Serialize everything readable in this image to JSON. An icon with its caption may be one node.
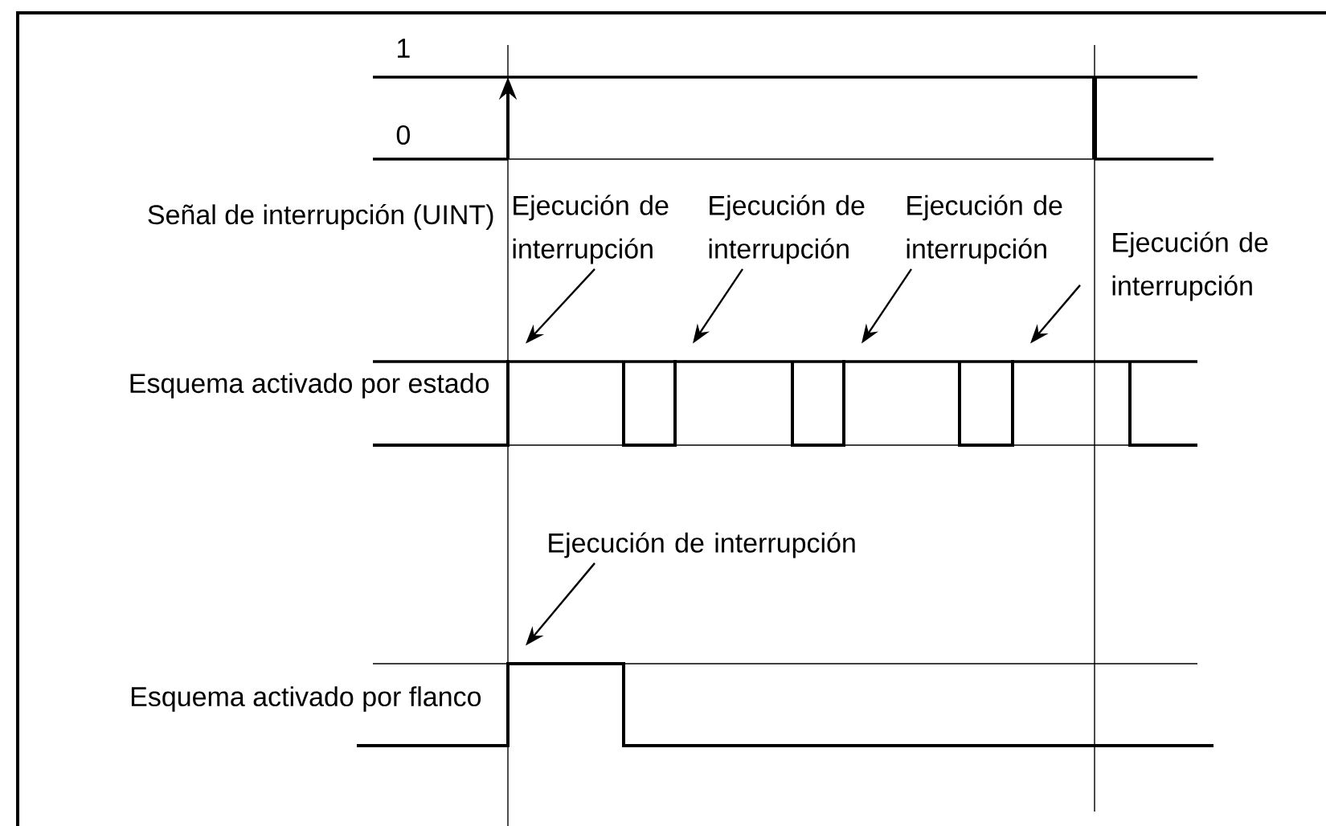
{
  "diagram": {
    "nodes": [
      {
        "text": [
          "Ejecución de interrupción"
        ]
      },
      {
        "text": [
          "Ejecución de interrupción"
        ]
      },
      {
        "text": [
          "Ejecución de interrupción"
        ]
      },
      {
        "text": [
          "Ejecución de interrupción"
        ]
      },
      {
        "text": [
          "Ejecución de interrupción"
        ]
      },
      {
        "text": [],
        "shape": "line"
      },
      {
        "text": [],
        "shape": "line"
      },
      {
        "text": [],
        "shape": "line"
      },
      {
        "text": [],
        "shape": "line"
      },
      {
        "text": [],
        "shape": "line"
      }
    ],
    "edges": [
      {
        "from": 0,
        "to": 5,
        "arrow": "to"
      },
      {
        "from": 1,
        "to": 6,
        "arrow": "to"
      },
      {
        "from": 2,
        "to": 7,
        "arrow": "to"
      },
      {
        "from": 3,
        "to": 8,
        "arrow": "to"
      },
      {
        "from": 4,
        "to": 9,
        "arrow": "to"
      }
    ],
    "labels": [
      "1",
      "0",
      "Señal de interrupción (UINT)",
      "Esquema activado por estado",
      "Esquema activado por flanco"
    ]
  }
}
